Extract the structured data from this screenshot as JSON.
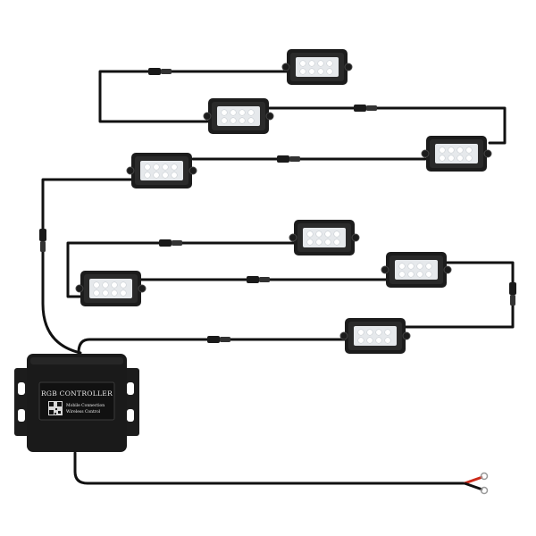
{
  "controller": {
    "title": "RGB CONTROLLER",
    "line1": "Mobile Connection",
    "line2": "Wireless Control"
  },
  "colors": {
    "background": "#ffffff",
    "wire": "#111111",
    "housing": "#1c1c1c",
    "lens": "#e6e9ec",
    "red_lead": "#cc2a1a"
  },
  "pods": [
    "rock-light",
    "rock-light",
    "rock-light",
    "rock-light",
    "rock-light",
    "rock-light",
    "rock-light",
    "rock-light"
  ]
}
